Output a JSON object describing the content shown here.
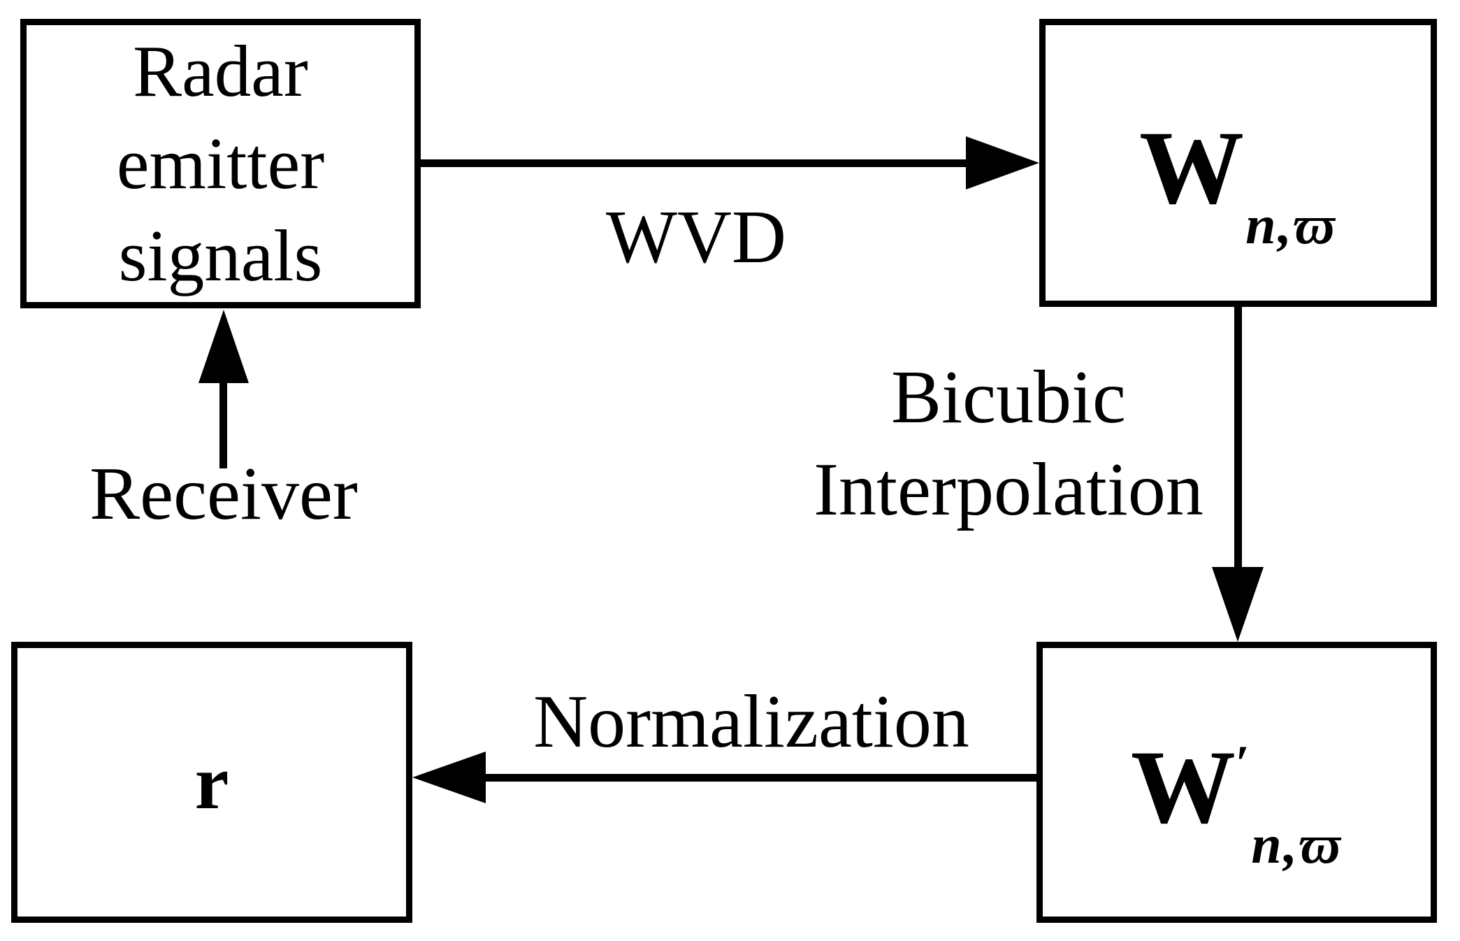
{
  "diagram": {
    "title": "Radar emitter signal time-frequency preprocessing flow",
    "colors": {
      "background": "#ffffff",
      "line": "#000000",
      "text": "#000000"
    },
    "boxes": {
      "radar": {
        "label": "Radar\nemitter\nsignals"
      },
      "w": {
        "base": "W",
        "prime": "",
        "subscript": "n,ϖ"
      },
      "r": {
        "label": "r"
      },
      "wprime": {
        "base": "W",
        "prime": "′",
        "subscript": "n,ϖ"
      }
    },
    "arrows": {
      "wvd": {
        "label": "WVD",
        "from": "radar",
        "to": "w",
        "direction": "right"
      },
      "receiver": {
        "label": "Receiver",
        "to": "radar",
        "direction": "up"
      },
      "bicubic": {
        "label": "Bicubic\nInterpolation",
        "from": "w",
        "to": "wprime",
        "direction": "down"
      },
      "normalization": {
        "label": "Normalization",
        "from": "wprime",
        "to": "r",
        "direction": "left"
      }
    }
  }
}
